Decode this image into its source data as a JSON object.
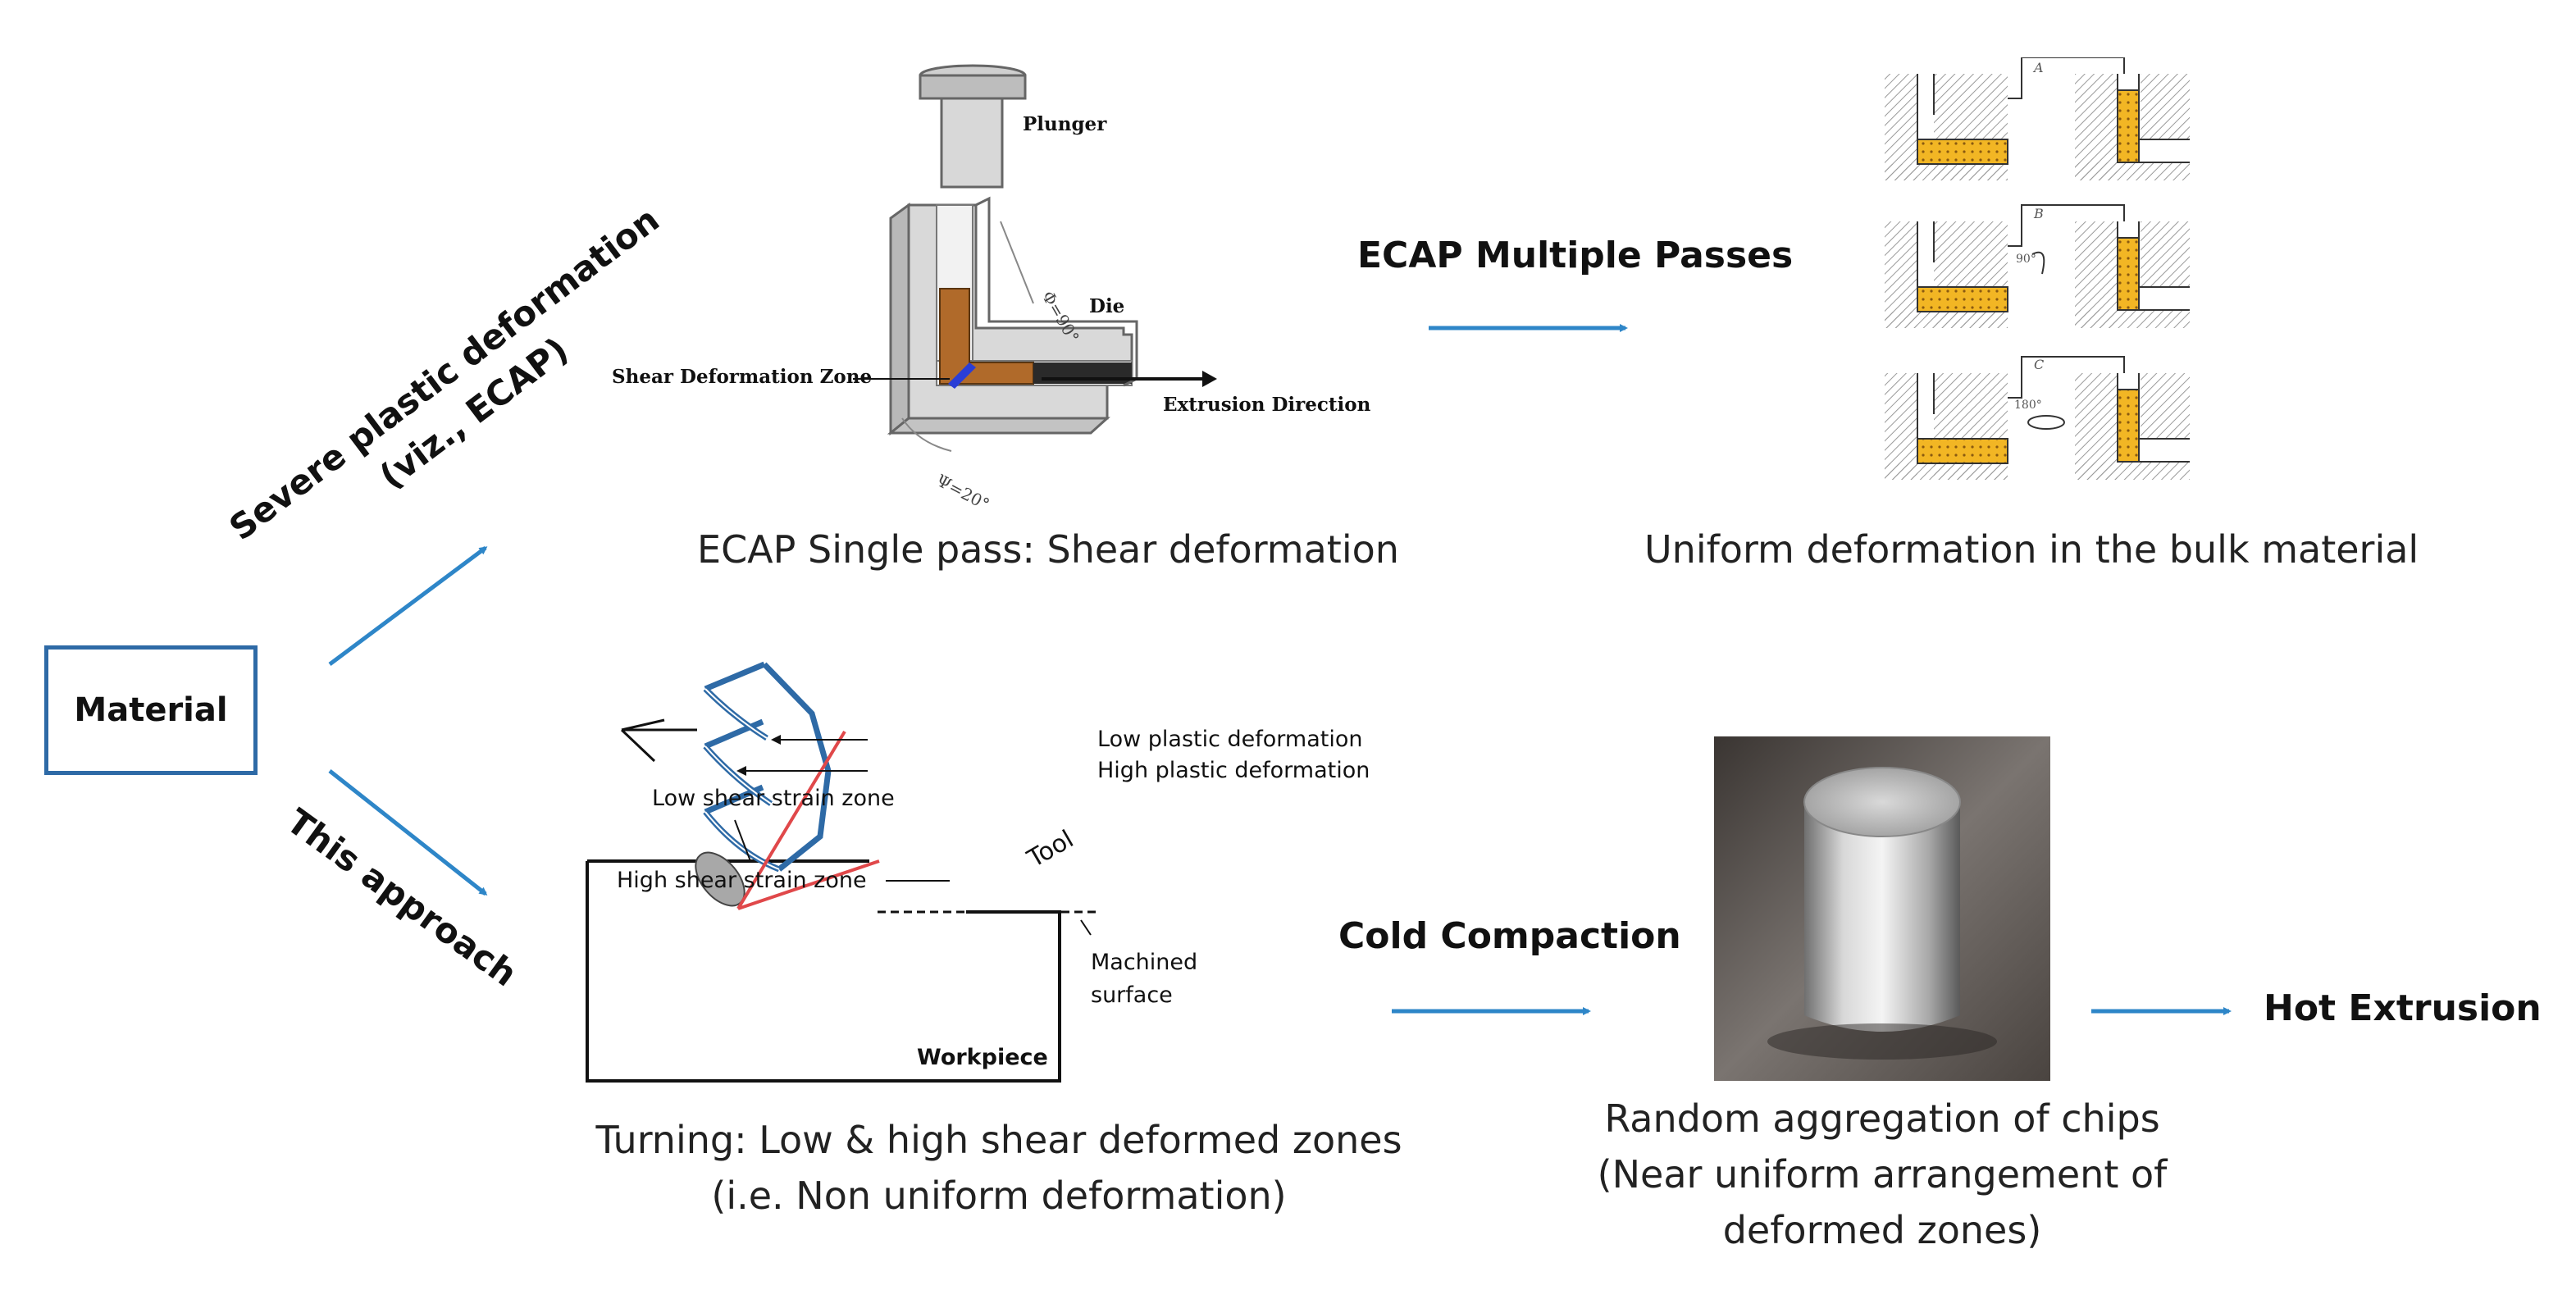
{
  "material": {
    "label": "Material"
  },
  "branches": {
    "top_line1": "Severe plastic deformation",
    "top_line2": "(viz., ECAP)",
    "bottom": "This approach"
  },
  "ecap": {
    "plunger": "Plunger",
    "die": "Die",
    "shear_zone": "Shear Deformation Zone",
    "extrusion_direction": "Extrusion Direction",
    "phi_angle": "Φ=90°",
    "psi_angle": "Ψ=20°",
    "caption": "ECAP Single pass: Shear deformation"
  },
  "passes": {
    "step_label": "ECAP Multiple Passes",
    "route_a": "A",
    "route_b": "B",
    "route_c": "C",
    "angle_b": "90°",
    "angle_c": "180°",
    "caption": "Uniform deformation in the bulk material"
  },
  "turning": {
    "low_plastic": "Low plastic deformation",
    "high_plastic": "High plastic deformation",
    "low_shear": "Low shear strain zone",
    "high_shear": "High shear strain zone",
    "tool": "Tool",
    "machined_line1": "Machined",
    "machined_line2": "surface",
    "workpiece": "Workpiece",
    "caption_line1": "Turning: Low & high shear deformed zones",
    "caption_line2": "(i.e. Non uniform deformation)"
  },
  "compaction": {
    "step_label": "Cold Compaction",
    "caption_line1": "Random aggregation of chips",
    "caption_line2": "(Near uniform arrangement of",
    "caption_line3": "deformed zones)"
  },
  "final_step": {
    "label": "Hot Extrusion"
  },
  "colors": {
    "arrow": "#2e86c8",
    "box_border": "#2e6aa6",
    "billet": "#f2b624",
    "chip": "#2e6aa6",
    "tool": "#e0484a",
    "ecap_sample": "#b06a2a"
  }
}
